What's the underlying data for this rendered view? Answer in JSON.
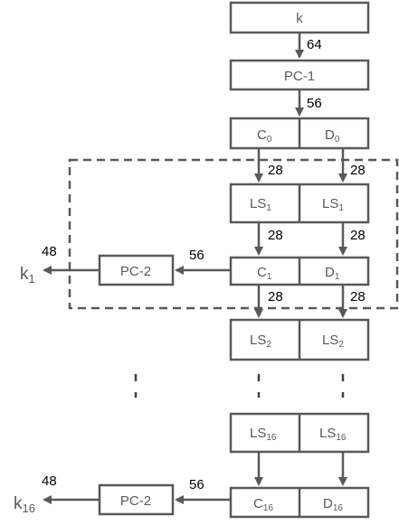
{
  "blocks": {
    "k": "k",
    "pc1": "PC-1",
    "c0": "C",
    "c0_sub": "0",
    "d0": "D",
    "d0_sub": "0",
    "ls1_left": "LS",
    "ls1_left_sub": "1",
    "ls1_right": "LS",
    "ls1_right_sub": "1",
    "c1": "C",
    "c1_sub": "1",
    "d1": "D",
    "d1_sub": "1",
    "pc2_round1": "PC-2",
    "ls2_left": "LS",
    "ls2_left_sub": "2",
    "ls2_right": "LS",
    "ls2_right_sub": "2",
    "ls16_left": "LS",
    "ls16_left_sub": "16",
    "ls16_right": "LS",
    "ls16_right_sub": "16",
    "c16": "C",
    "c16_sub": "16",
    "d16": "D",
    "d16_sub": "16",
    "pc2_round16": "PC-2"
  },
  "bit_widths": {
    "k_to_pc1": "64",
    "pc1_to_cd": "56",
    "c0_to_ls1": "28",
    "d0_to_ls1": "28",
    "ls1_to_c1": "28",
    "ls1_to_d1": "28",
    "c1_to_ls2": "28",
    "d1_to_ls2": "28",
    "c1d1_to_pc2": "56",
    "pc2_to_k1": "48",
    "c16d16_to_pc2": "56",
    "pc2_to_k16": "48"
  },
  "outputs": {
    "k1": "k",
    "k1_sub": "1",
    "k16": "k",
    "k16_sub": "16"
  }
}
